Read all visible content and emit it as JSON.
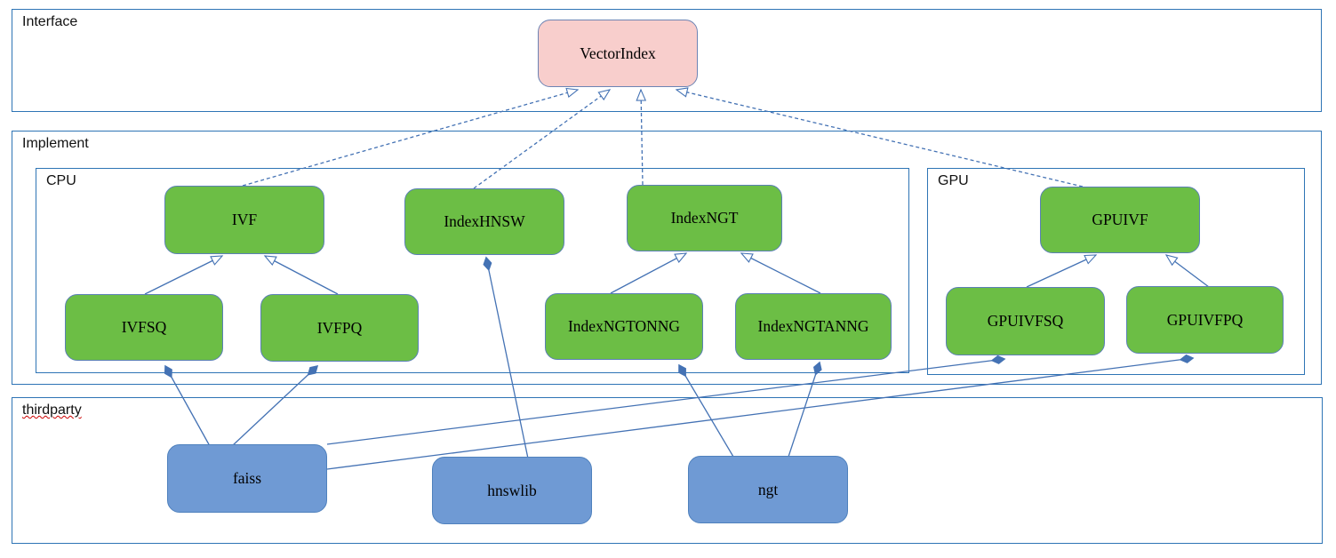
{
  "diagram": {
    "containers": {
      "interface": {
        "label": "Interface"
      },
      "implement": {
        "label": "Implement"
      },
      "cpu": {
        "label": "CPU"
      },
      "gpu": {
        "label": "GPU"
      },
      "thirdparty": {
        "label": "thirdparty"
      }
    },
    "nodes": {
      "vectorindex": {
        "label": "VectorIndex",
        "fill": "#f8cecc"
      },
      "ivf": {
        "label": "IVF",
        "fill": "#6cbe45"
      },
      "indexhnsw": {
        "label": "IndexHNSW",
        "fill": "#6cbe45"
      },
      "indexngt": {
        "label": "IndexNGT",
        "fill": "#6cbe45"
      },
      "gpuivf": {
        "label": "GPUIVF",
        "fill": "#6cbe45"
      },
      "ivfsq": {
        "label": "IVFSQ",
        "fill": "#6cbe45"
      },
      "ivfpq": {
        "label": "IVFPQ",
        "fill": "#6cbe45"
      },
      "indexngtonng": {
        "label": "IndexNGTONNG",
        "fill": "#6cbe45"
      },
      "indexngtanng": {
        "label": "IndexNGTANNG",
        "fill": "#6cbe45"
      },
      "gpuivfsq": {
        "label": "GPUIVFSQ",
        "fill": "#6cbe45"
      },
      "gpuivfpq": {
        "label": "GPUIVFPQ",
        "fill": "#6cbe45"
      },
      "faiss": {
        "label": "faiss",
        "fill": "#6f9ad4"
      },
      "hnswlib": {
        "label": "hnswlib",
        "fill": "#6f9ad4"
      },
      "ngt": {
        "label": "ngt",
        "fill": "#6f9ad4"
      }
    },
    "edges": [
      {
        "from": "IVF",
        "to": "VectorIndex",
        "type": "realization-dashed-hollow-arrow"
      },
      {
        "from": "IndexHNSW",
        "to": "VectorIndex",
        "type": "realization-dashed-hollow-arrow"
      },
      {
        "from": "IndexNGT",
        "to": "VectorIndex",
        "type": "realization-dashed-hollow-arrow"
      },
      {
        "from": "GPUIVF",
        "to": "VectorIndex",
        "type": "realization-dashed-hollow-arrow"
      },
      {
        "from": "IVFSQ",
        "to": "IVF",
        "type": "generalization-hollow-arrow"
      },
      {
        "from": "IVFPQ",
        "to": "IVF",
        "type": "generalization-hollow-arrow"
      },
      {
        "from": "IndexNGTONNG",
        "to": "IndexNGT",
        "type": "generalization-hollow-arrow"
      },
      {
        "from": "IndexNGTANNG",
        "to": "IndexNGT",
        "type": "generalization-hollow-arrow"
      },
      {
        "from": "GPUIVFSQ",
        "to": "GPUIVF",
        "type": "generalization-hollow-arrow"
      },
      {
        "from": "GPUIVFPQ",
        "to": "GPUIVF",
        "type": "generalization-hollow-arrow"
      },
      {
        "from": "faiss",
        "to": "IVFSQ",
        "type": "composition-filled-diamond"
      },
      {
        "from": "faiss",
        "to": "IVFPQ",
        "type": "composition-filled-diamond"
      },
      {
        "from": "faiss",
        "to": "GPUIVFSQ",
        "type": "composition-filled-diamond"
      },
      {
        "from": "faiss",
        "to": "GPUIVFPQ",
        "type": "composition-filled-diamond"
      },
      {
        "from": "hnswlib",
        "to": "IndexHNSW",
        "type": "composition-filled-diamond"
      },
      {
        "from": "ngt",
        "to": "IndexNGTONNG",
        "type": "composition-filled-diamond"
      },
      {
        "from": "ngt",
        "to": "IndexNGTANNG",
        "type": "composition-filled-diamond"
      }
    ],
    "colors": {
      "container_border": "#2e74b5",
      "edge_line": "#4472b4",
      "green_node_fill": "#6cbe45",
      "green_node_border": "#5b80b5",
      "pink_node_fill": "#f8cecc",
      "blue_node_fill": "#6f9ad4",
      "spellcheck_underline": "#cc0000"
    }
  }
}
